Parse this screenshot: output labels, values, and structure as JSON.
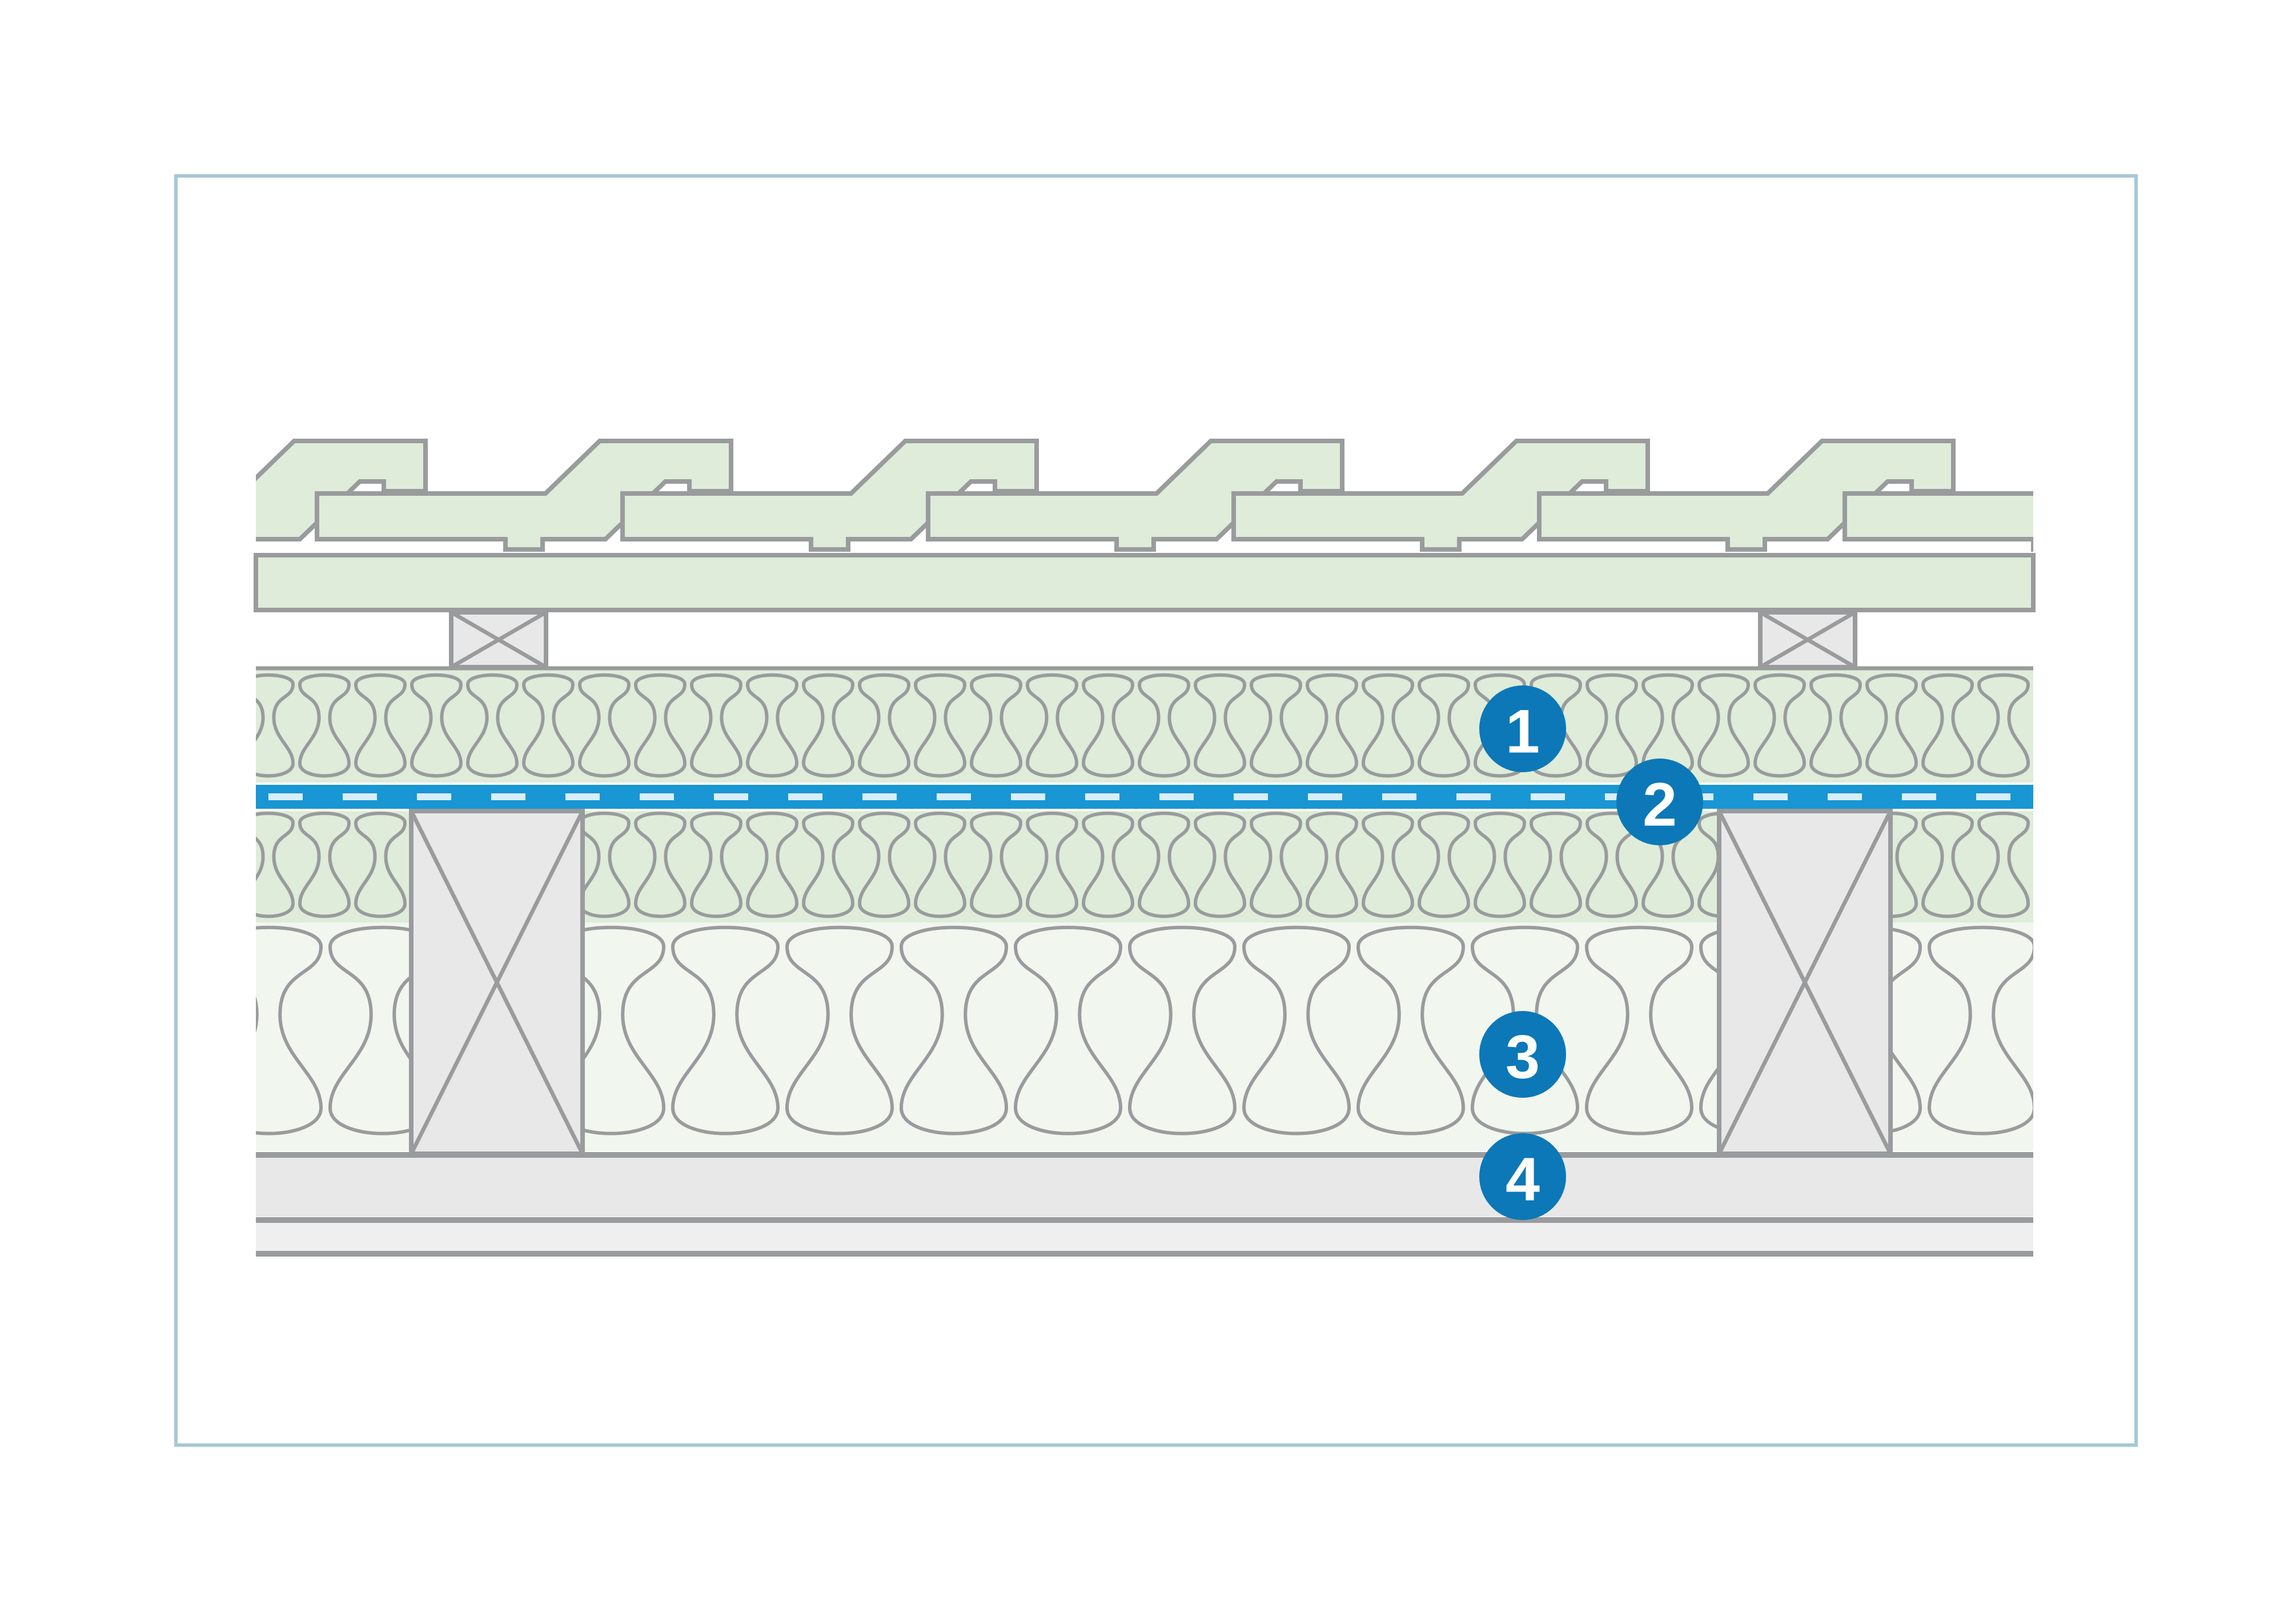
{
  "colors": {
    "frame": "#a5c8d6",
    "outline": "#999b9d",
    "tile_fill": "#deecd9",
    "insulation_top_fill": "#deecd9",
    "insulation_bottom_fill": "#f1f6ef",
    "timber_fill": "#e8e8e9",
    "membrane": "#1996d4",
    "membrane_dash": "#d9eef9",
    "board_fill": "#e8e8e9",
    "marker_fill": "#0c78b7",
    "marker_text": "#ffffff"
  },
  "markers": [
    {
      "id": "1",
      "label": "1"
    },
    {
      "id": "2",
      "label": "2"
    },
    {
      "id": "3",
      "label": "3"
    },
    {
      "id": "4",
      "label": "4"
    }
  ]
}
